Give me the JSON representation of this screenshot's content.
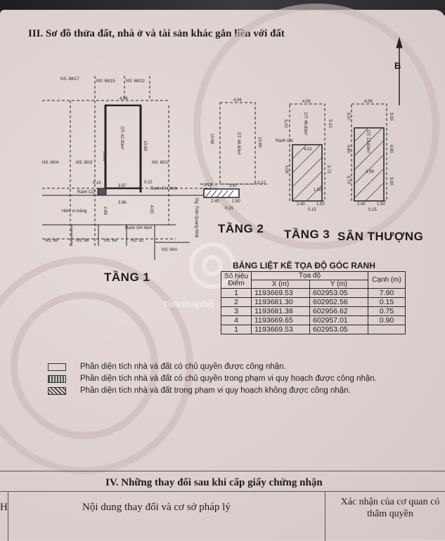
{
  "section3_title": "III. Sơ đồ thửa đất, nhà ở và tài sản khác gắn liền với đất",
  "north": "B",
  "floors": {
    "tang1": "TẦNG 1",
    "tang2": "TẦNG 2",
    "tang3": "TẦNG 3",
    "san_thuong": "SÂN THƯỢNG"
  },
  "plan_labels": {
    "ns_6817": "NS: 68/17",
    "ns_6815": "NS: 68/15",
    "ns_6813": "NS: 68/13",
    "ns_804": "NS: 80/4",
    "ns_803": "NS: 80/3",
    "ns_801": "NS: 80/1",
    "ns_88": "NS: 88",
    "ns_86": "NS: 86",
    "ns_84": "NS: 84",
    "ns_82": "NS: 82",
    "ns_80a": "NS: 80A",
    "ranh_cq": "Ranh CQ",
    "ranh_gh_hem": "Ranh GH hẻm",
    "hem_xi_mang": "Hẻm xi măng",
    "road": "Đg. Trần Quang Khải",
    "ranh_cn": "Ranh CN",
    "w_406": "4.06",
    "w_397": "3.97",
    "h_1060": "10.60",
    "h_1069": "10.69",
    "v_015": "0.15",
    "v_022": "0.22",
    "v_396": "3.96",
    "v_400": "4.00",
    "v_289": "2.89",
    "v_240": "2.40",
    "v_150": "1.50",
    "v_510": "5.10",
    "v_402": "4.02",
    "v_308": "3.08",
    "v_372": "3.72",
    "v_370": "3.70",
    "v_300": "3.00",
    "v_480": "4.80",
    "v_399": "3.99",
    "v_307": "3.07",
    "v_106": "1.06",
    "dt1": "DT: 42.30m²",
    "dt2": "DT: 46.80m²",
    "dt3": "DT: 46.80m²",
    "dt4": "DT: 13.60m²",
    "btct": "BTCT"
  },
  "coord_table": {
    "title": "BẢNG LIỆT KÊ TỌA ĐỘ GÓC RANH",
    "h_sohieu": "Số hiệu",
    "h_diem": "Điểm",
    "h_toado": "Tọa độ",
    "h_x": "X (m)",
    "h_y": "Y (m)",
    "h_canh": "Cạnh (m)",
    "rows": [
      {
        "id": "1",
        "x": "1193669.53",
        "y": "602953.05",
        "canh": "7.90"
      },
      {
        "id": "2",
        "x": "1193681.30",
        "y": "602952.56",
        "canh": "0.15"
      },
      {
        "id": "3",
        "x": "1193681.38",
        "y": "602956.62",
        "canh": "0.75"
      },
      {
        "id": "4",
        "x": "1193669.65",
        "y": "602957.01",
        "canh": "0.90"
      },
      {
        "id": "1",
        "x": "1193669.53",
        "y": "602953.05",
        "canh": ""
      }
    ]
  },
  "legend": [
    "Phần diện tích nhà và đất có chủ quyền được công nhận.",
    "Phần diện tích nhà và đất có chủ quyền trong phạm vi quy hoạch được công nhận.",
    "Phần diện tích nhà và đất trong phạm vi quy hoạch không được công nhận."
  ],
  "watermark": "timnhaphố",
  "section4": {
    "title": "IV. Những thay đổi sau khi cấp giấy chứng nhận",
    "row_letter": "H",
    "col1": "Nội dung thay đổi và cơ sở pháp lý",
    "col2": "Xác nhận của cơ quan có thẩm quyền"
  }
}
